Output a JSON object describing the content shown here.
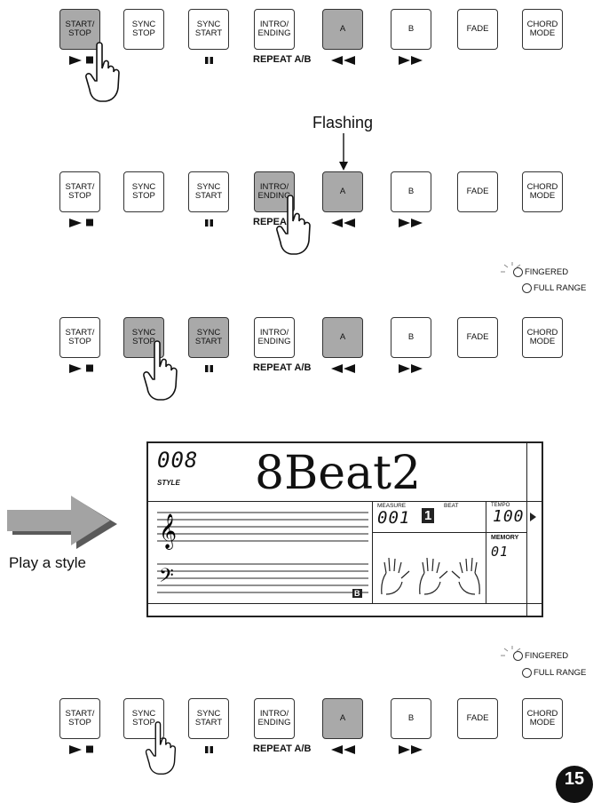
{
  "buttons": [
    {
      "id": "start",
      "label": "START/\nSTOP"
    },
    {
      "id": "sync-stop",
      "label": "SYNC\nSTOP"
    },
    {
      "id": "sync-start",
      "label": "SYNC\nSTART"
    },
    {
      "id": "intro",
      "label": "INTRO/\nENDING"
    },
    {
      "id": "a",
      "label": "A"
    },
    {
      "id": "b",
      "label": "B"
    },
    {
      "id": "fade",
      "label": "FADE"
    },
    {
      "id": "chord",
      "label": "CHORD\nMODE"
    }
  ],
  "sub_label": "REPEAT A/B",
  "sub_label_partial": "REPEA",
  "flashing_label": "Flashing",
  "indicators": {
    "fingered": "FINGERED",
    "full_range": "FULL RANGE"
  },
  "play_label": "Play a style",
  "lcd": {
    "style_number": "008",
    "style_label": "STYLE",
    "style_name": "8Beat2",
    "measure_label": "MEASURE",
    "measure_value": "001",
    "beat_label": "BEAT",
    "beat_value": "1",
    "tempo_label": "TEMPO",
    "tempo_value": "100",
    "memory_label": "MEMORY",
    "memory_value": "01",
    "section_badge": "B"
  },
  "page_number": "15",
  "colors": {
    "lit": "#a9a9a9",
    "arrow": "#9c9c9c",
    "ink": "#111111"
  }
}
